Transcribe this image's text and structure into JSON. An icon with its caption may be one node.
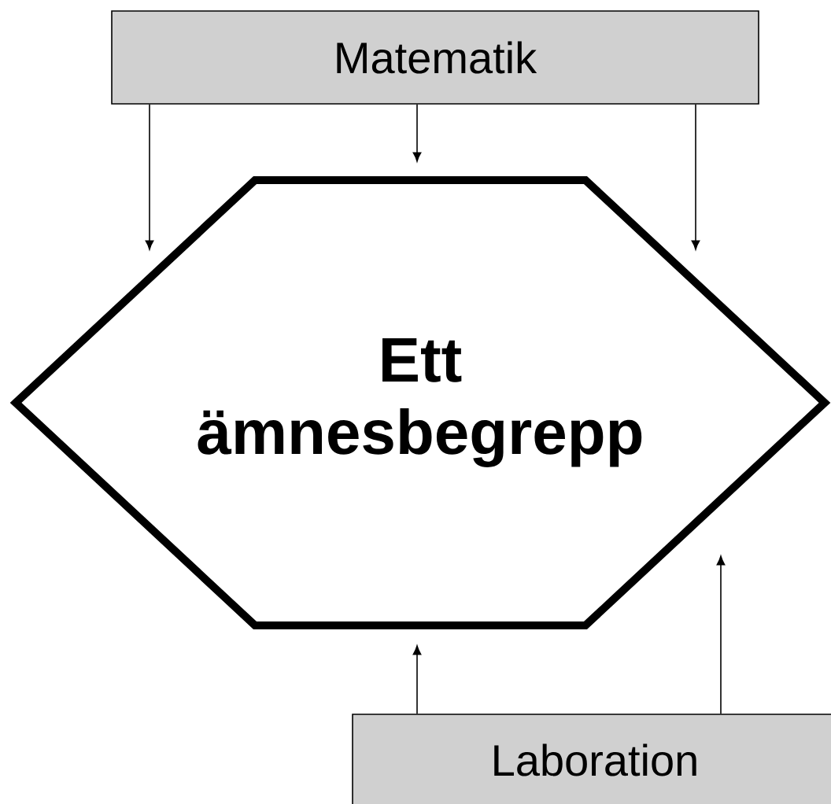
{
  "diagram": {
    "nodes": [
      {
        "text": [
          "Matematik"
        ]
      },
      {
        "text": [
          "Ett ämnesbegrepp"
        ]
      },
      {
        "text": [
          "Laboration"
        ]
      }
    ],
    "edges": [
      {
        "from": 0,
        "to": 1,
        "arrow": "to"
      },
      {
        "from": 0,
        "to": 1,
        "arrow": "to"
      },
      {
        "from": 0,
        "to": 1,
        "arrow": "to"
      },
      {
        "from": 2,
        "to": 1,
        "arrow": "to"
      },
      {
        "from": 2,
        "to": 1,
        "arrow": "to"
      }
    ]
  }
}
